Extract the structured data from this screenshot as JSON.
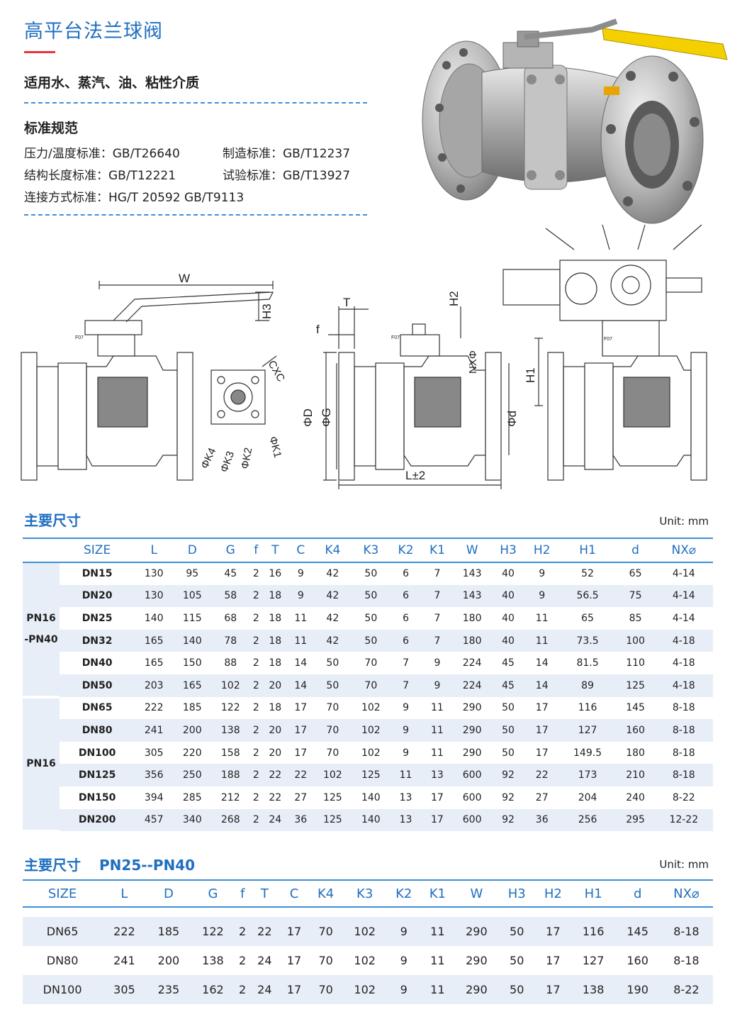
{
  "header": {
    "title": "高平台法兰球阀",
    "subtitle": "适用水、蒸汽、油、粘性介质"
  },
  "standards": {
    "title": "标准规范",
    "line1_a": "压力/温度标准：GB/T26640",
    "line1_b": "制造标准：GB/T12237",
    "line2_a": "结构长度标准：GB/T12221",
    "line2_b": "试验标准：GB/T13927",
    "line3": "连接方式标准：HG/T 20592  GB/T9113"
  },
  "drawing_labels": {
    "W": "W",
    "H3": "H3",
    "T": "T",
    "f": "f",
    "H2": "H2",
    "H1": "H1",
    "NX": "NXΦ",
    "D": "ΦD",
    "G": "ΦG",
    "d": "Φd",
    "L": "L±2",
    "CXC": "CXC",
    "K4": "ΦK4",
    "K3": "ΦK3",
    "K2": "ΦK2",
    "K1": "ΦK1",
    "plate": "F07"
  },
  "table1": {
    "title": "主要尺寸",
    "unit": "Unit: mm",
    "headers": [
      "SIZE",
      "L",
      "D",
      "G",
      "f",
      "T",
      "C",
      "K4",
      "K3",
      "K2",
      "K1",
      "W",
      "H3",
      "H2",
      "H1",
      "d",
      "NX⌀"
    ],
    "groups": [
      {
        "label_line1": "PN16",
        "label_line2": "-PN40",
        "rows": [
          [
            "DN15",
            "130",
            "95",
            "45",
            "2",
            "16",
            "9",
            "42",
            "50",
            "6",
            "7",
            "143",
            "40",
            "9",
            "52",
            "65",
            "4-14"
          ],
          [
            "DN20",
            "130",
            "105",
            "58",
            "2",
            "18",
            "9",
            "42",
            "50",
            "6",
            "7",
            "143",
            "40",
            "9",
            "56.5",
            "75",
            "4-14"
          ],
          [
            "DN25",
            "140",
            "115",
            "68",
            "2",
            "18",
            "11",
            "42",
            "50",
            "6",
            "7",
            "180",
            "40",
            "11",
            "65",
            "85",
            "4-14"
          ],
          [
            "DN32",
            "165",
            "140",
            "78",
            "2",
            "18",
            "11",
            "42",
            "50",
            "6",
            "7",
            "180",
            "40",
            "11",
            "73.5",
            "100",
            "4-18"
          ],
          [
            "DN40",
            "165",
            "150",
            "88",
            "2",
            "18",
            "14",
            "50",
            "70",
            "7",
            "9",
            "224",
            "45",
            "14",
            "81.5",
            "110",
            "4-18"
          ],
          [
            "DN50",
            "203",
            "165",
            "102",
            "2",
            "20",
            "14",
            "50",
            "70",
            "7",
            "9",
            "224",
            "45",
            "14",
            "89",
            "125",
            "4-18"
          ]
        ]
      },
      {
        "label_line1": "PN16",
        "label_line2": "",
        "rows": [
          [
            "DN65",
            "222",
            "185",
            "122",
            "2",
            "18",
            "17",
            "70",
            "102",
            "9",
            "11",
            "290",
            "50",
            "17",
            "116",
            "145",
            "8-18"
          ],
          [
            "DN80",
            "241",
            "200",
            "138",
            "2",
            "20",
            "17",
            "70",
            "102",
            "9",
            "11",
            "290",
            "50",
            "17",
            "127",
            "160",
            "8-18"
          ],
          [
            "DN100",
            "305",
            "220",
            "158",
            "2",
            "20",
            "17",
            "70",
            "102",
            "9",
            "11",
            "290",
            "50",
            "17",
            "149.5",
            "180",
            "8-18"
          ],
          [
            "DN125",
            "356",
            "250",
            "188",
            "2",
            "22",
            "22",
            "102",
            "125",
            "11",
            "13",
            "600",
            "92",
            "22",
            "173",
            "210",
            "8-18"
          ],
          [
            "DN150",
            "394",
            "285",
            "212",
            "2",
            "22",
            "27",
            "125",
            "140",
            "13",
            "17",
            "600",
            "92",
            "27",
            "204",
            "240",
            "8-22"
          ],
          [
            "DN200",
            "457",
            "340",
            "268",
            "2",
            "24",
            "36",
            "125",
            "140",
            "13",
            "17",
            "600",
            "92",
            "36",
            "256",
            "295",
            "12-22"
          ]
        ]
      }
    ]
  },
  "table2": {
    "title": "主要尺寸",
    "subtitle": "PN25--PN40",
    "unit": "Unit: mm",
    "headers": [
      "SIZE",
      "L",
      "D",
      "G",
      "f",
      "T",
      "C",
      "K4",
      "K3",
      "K2",
      "K1",
      "W",
      "H3",
      "H2",
      "H1",
      "d",
      "NX⌀"
    ],
    "rows": [
      [
        "DN65",
        "222",
        "185",
        "122",
        "2",
        "22",
        "17",
        "70",
        "102",
        "9",
        "11",
        "290",
        "50",
        "17",
        "116",
        "145",
        "8-18"
      ],
      [
        "DN80",
        "241",
        "200",
        "138",
        "2",
        "24",
        "17",
        "70",
        "102",
        "9",
        "11",
        "290",
        "50",
        "17",
        "127",
        "160",
        "8-18"
      ],
      [
        "DN100",
        "305",
        "235",
        "162",
        "2",
        "24",
        "17",
        "70",
        "102",
        "9",
        "11",
        "290",
        "50",
        "17",
        "138",
        "190",
        "8-22"
      ]
    ]
  },
  "colors": {
    "accent_blue": "#1f6fc0",
    "accent_red": "#e8353a",
    "row_shade": "#e8eef7",
    "handle_yellow": "#f5d000"
  }
}
